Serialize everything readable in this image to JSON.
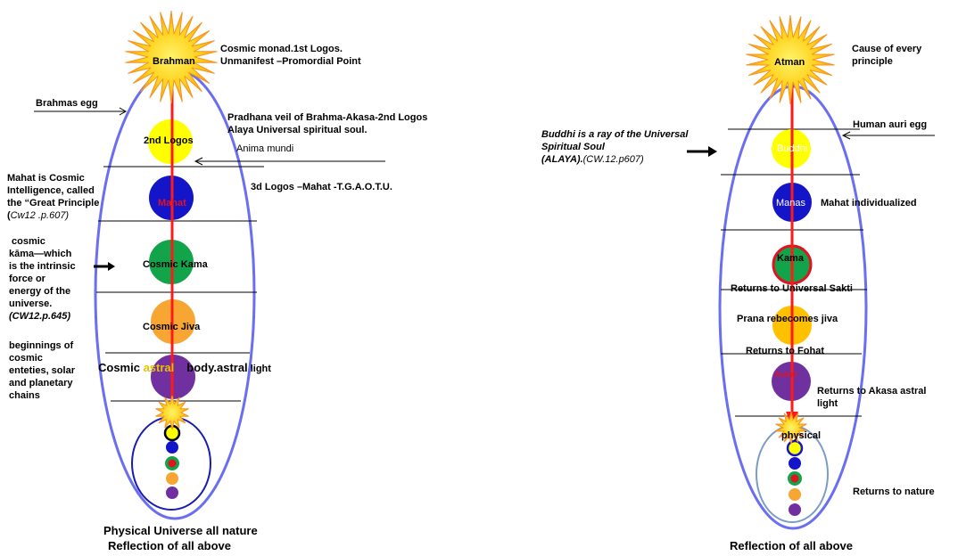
{
  "left": {
    "brahman": "Brahman",
    "cosmic_monad_1": "Cosmic monad.1st Logos.",
    "cosmic_monad_2": "Unmanifest –Promordial Point",
    "brahmas_egg": "Brahmas egg",
    "pradhana_1": "Pradhana veil  of Brahma-Akasa-2nd Logos",
    "pradhana_2": "Alaya  Universal spiritual soul.",
    "anima_mundi": "Anima mundi",
    "second_logos": "2nd Logos",
    "mahat_note_1": "Mahat is Cosmic",
    "mahat_note_2": "Intelligence, called",
    "mahat_note_3": "the “Great Principle",
    "mahat_note_4a": "(",
    "mahat_note_4b": "Cw12 .p.607)",
    "mahat": "Mahat",
    "third_logos": "3d Logos –Mahat -T.G.A.O.T.U.",
    "kama_note_1": "cosmic",
    "kama_note_2": "kāma—which",
    "kama_note_3": "is the intrinsic",
    "kama_note_4": "force or",
    "kama_note_5": "energy of the",
    "kama_note_6": "universe.",
    "kama_note_7": "(CW12.p.645)",
    "cosmic_kama": "Cosmic Kama",
    "cosmic_jiva": "Cosmic Jiva",
    "begin_1": "beginnings of",
    "begin_2": "cosmic",
    "begin_3": "enteties, solar",
    "begin_4": "and planetary",
    "begin_5": "chains",
    "astral_a": "Cosmic ",
    "astral_b": "astral",
    "astral_c": "body.astral",
    "astral_d": " light",
    "caption_1": "Physical Universe all nature",
    "caption_2": "Reflection of all above"
  },
  "right": {
    "atman": "Atman",
    "cause_1": "Cause of every",
    "cause_2": "principle",
    "buddhi_note_1": "Buddhi is a ray of the Universal",
    "buddhi_note_2": "Spiritual Soul",
    "buddhi_note_3": "(ALAYA).",
    "buddhi_note_4": "(CW.12.p607)",
    "human_auric_egg": "Human auri egg",
    "buddhi": "Buddhi",
    "manas": "Manas",
    "mahat_individualized": "Mahat individualized",
    "kama": "Kama",
    "returns_sakti": "Returns to Universal Sakti",
    "prana": "Prana rebecomes jiva",
    "returns_fohat": "Returns to Fohat",
    "astral": "Astral",
    "returns_akasa_1": "Returns to Akasa astral",
    "returns_akasa_2": "light",
    "physical": "physical",
    "returns_nature": "Returns to nature",
    "caption": "Reflection of all above"
  },
  "colors": {
    "egg_outline": "#6a6ef0",
    "inner_egg_left": "#1a1ab4",
    "inner_egg_right": "#7a9cc6",
    "ray": "#ff1a1a",
    "yellow": "#ffff00",
    "blue": "#1414c8",
    "green": "#13a34a",
    "orange": "#f7a533",
    "purple": "#7030a0",
    "sun_outer": "#f7941d",
    "sun_inner": "#ffde17"
  }
}
